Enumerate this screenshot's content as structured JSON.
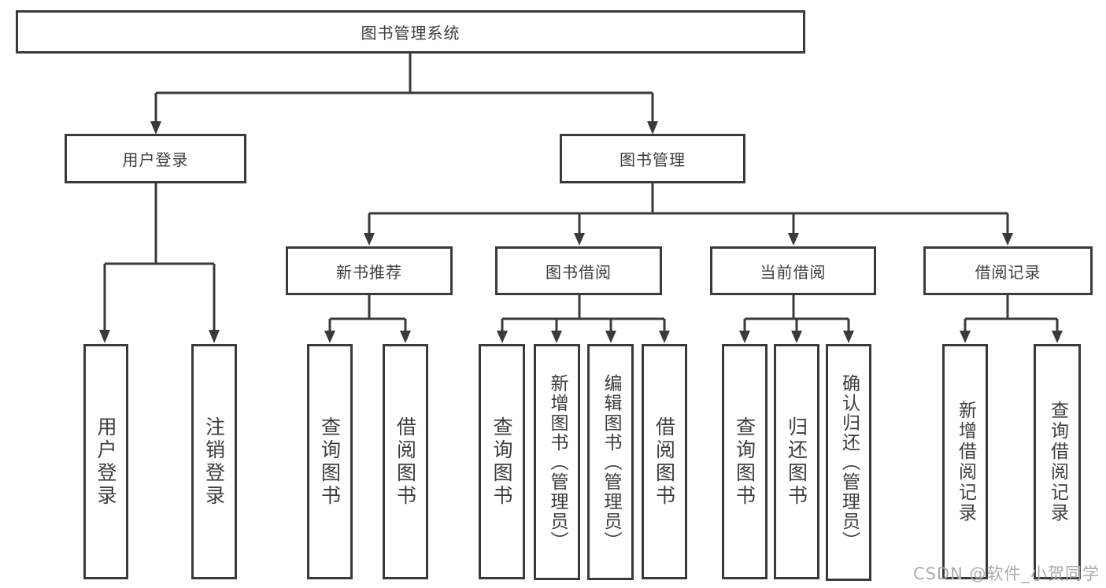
{
  "colors": {
    "line": "#3a3a3a",
    "text": "#3d3d3d",
    "watermark": "#ababab",
    "background": "#ffffff"
  },
  "diagram": {
    "root": "图书管理系统",
    "level2": {
      "user_login": "用户登录",
      "book_management": "图书管理"
    },
    "user_login_children": {
      "login": "用户登录",
      "logout": "注销登录"
    },
    "level3": {
      "new_book_recommend": "新书推荐",
      "book_borrowing": "图书借阅",
      "current_borrowing": "当前借阅",
      "borrow_records": "借阅记录"
    },
    "new_book_children": {
      "query_books": "查询图书",
      "borrow_books": "借阅图书"
    },
    "borrowing_children": {
      "query_books": "查询图书",
      "add_books_admin": "新增图书（管理员）",
      "edit_books_admin": "编辑图书（管理员）",
      "borrow_books": "借阅图书"
    },
    "current_children": {
      "query_books": "查询图书",
      "return_books": "归还图书",
      "confirm_return_admin": "确认归还（管理员）"
    },
    "records_children": {
      "add_borrow_record": "新增借阅记录",
      "query_borrow_record": "查询借阅记录"
    }
  },
  "watermark": "CSDN @软件_小贺同学"
}
